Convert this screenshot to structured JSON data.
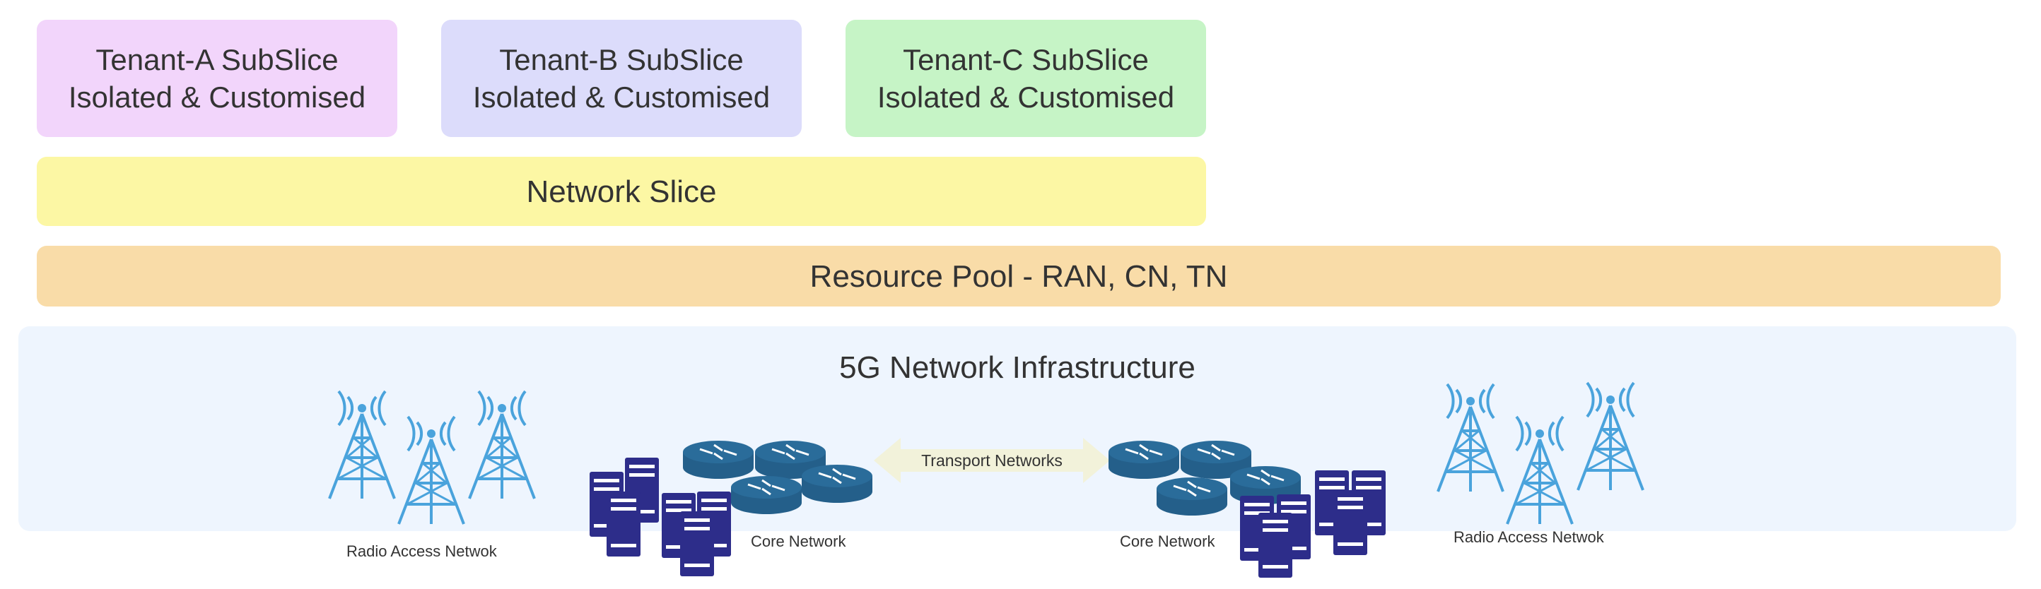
{
  "tenants": [
    {
      "line1": "Tenant-A SubSlice",
      "line2": "Isolated & Customised",
      "color": "#f2d5fb"
    },
    {
      "line1": "Tenant-B SubSlice",
      "line2": "Isolated & Customised",
      "color": "#dcdcfb"
    },
    {
      "line1": "Tenant-C SubSlice",
      "line2": "Isolated & Customised",
      "color": "#c6f4c6"
    }
  ],
  "network_slice": {
    "label": "Network Slice",
    "color": "#fcf7a4"
  },
  "resource_pool": {
    "label": "Resource Pool - RAN, CN, TN",
    "color": "#f9dca8"
  },
  "infrastructure": {
    "title": "5G Network Infrastructure",
    "color": "#eef5fe",
    "left_ran_label": "Radio Access Netwok",
    "left_core_label": "Core Network",
    "transport_label": "Transport Networks",
    "right_core_label": "Core Network",
    "right_ran_label": "Radio Access Netwok"
  },
  "icons": {
    "tower": "cell-tower-icon",
    "router": "router-icon",
    "server": "server-icon",
    "tower_color": "#4aa3dc",
    "router_color": "#2a6c9a",
    "server_color": "#2d2d8a"
  }
}
